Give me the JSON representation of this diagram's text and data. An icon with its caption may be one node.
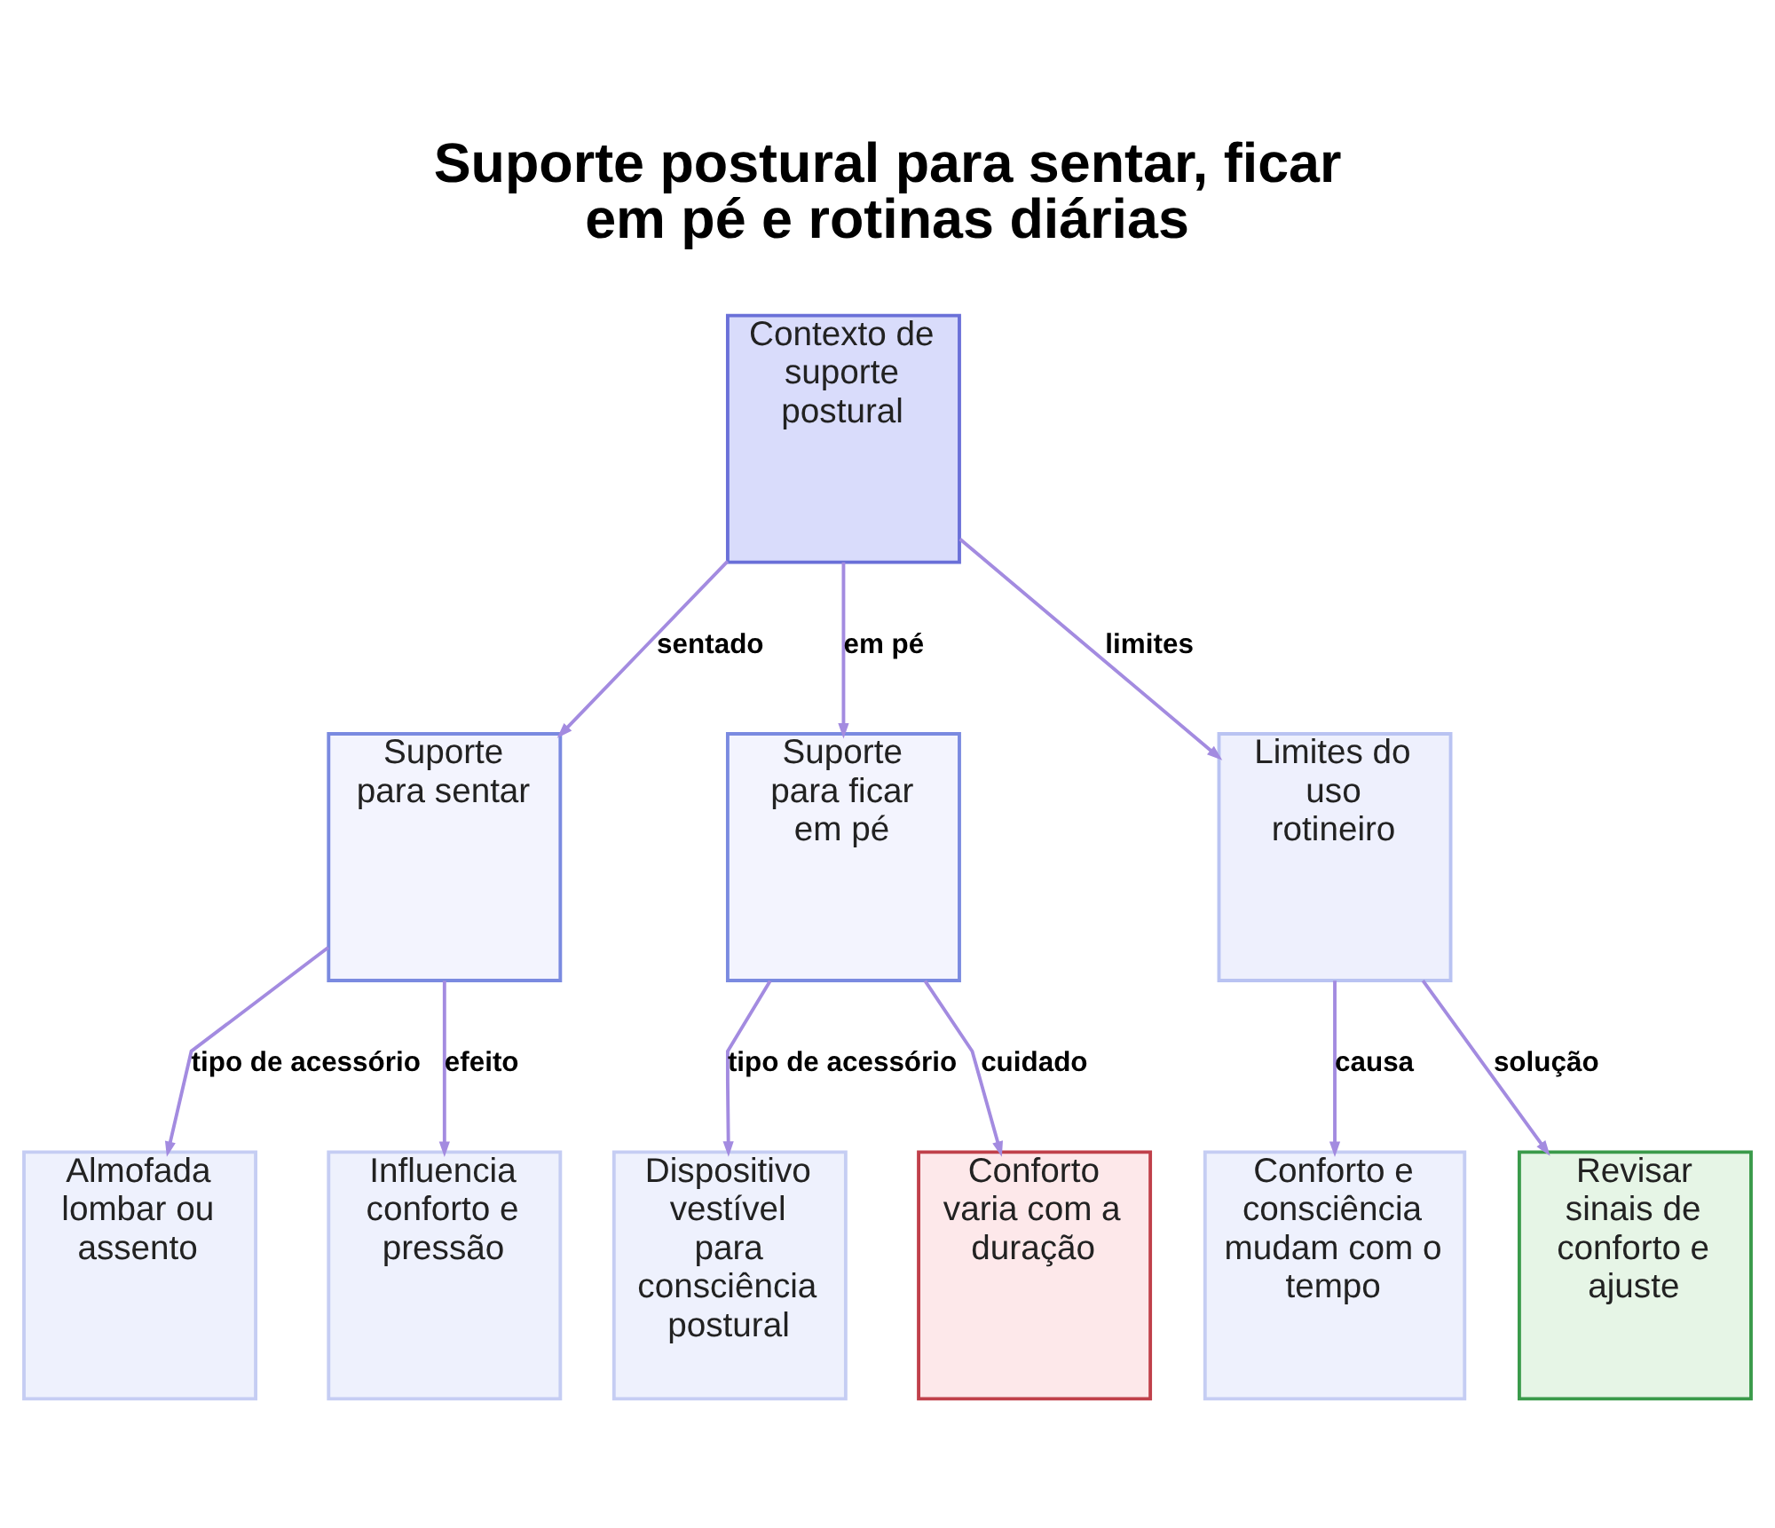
{
  "diagram": {
    "title": "Suporte postural para sentar, ficar em pé e rotinas diárias",
    "nodes": [
      {
        "text": [
          "Contexto de suporte postural"
        ]
      },
      {
        "text": [
          "Suporte para sentar"
        ]
      },
      {
        "text": [
          "Suporte para ficar em pé"
        ]
      },
      {
        "text": [
          "Limites do uso rotineiro"
        ]
      },
      {
        "text": [
          "Almofada lombar ou assento"
        ]
      },
      {
        "text": [
          "Influencia conforto e pressão"
        ]
      },
      {
        "text": [
          "Dispositivo vestível para consciência postural"
        ]
      },
      {
        "text": [
          "Conforto varia com a duração"
        ]
      },
      {
        "text": [
          "Conforto e consciência mudam com o tempo"
        ]
      },
      {
        "text": [
          "Revisar sinais de conforto e ajuste"
        ]
      }
    ],
    "edges": [
      {
        "from": 0,
        "to": 1,
        "arrow": "to",
        "label": "sentado"
      },
      {
        "from": 0,
        "to": 2,
        "arrow": "to",
        "label": "em pé"
      },
      {
        "from": 0,
        "to": 3,
        "arrow": "to",
        "label": "limites"
      },
      {
        "from": 1,
        "to": 4,
        "arrow": "to",
        "label": "tipo de acessório"
      },
      {
        "from": 1,
        "to": 5,
        "arrow": "to",
        "label": "efeito"
      },
      {
        "from": 2,
        "to": 6,
        "arrow": "to",
        "label": "tipo de acessório"
      },
      {
        "from": 2,
        "to": 7,
        "arrow": "to",
        "label": "cuidado"
      },
      {
        "from": 3,
        "to": 8,
        "arrow": "to",
        "label": "causa"
      },
      {
        "from": 3,
        "to": 9,
        "arrow": "to",
        "label": "solução"
      }
    ]
  }
}
